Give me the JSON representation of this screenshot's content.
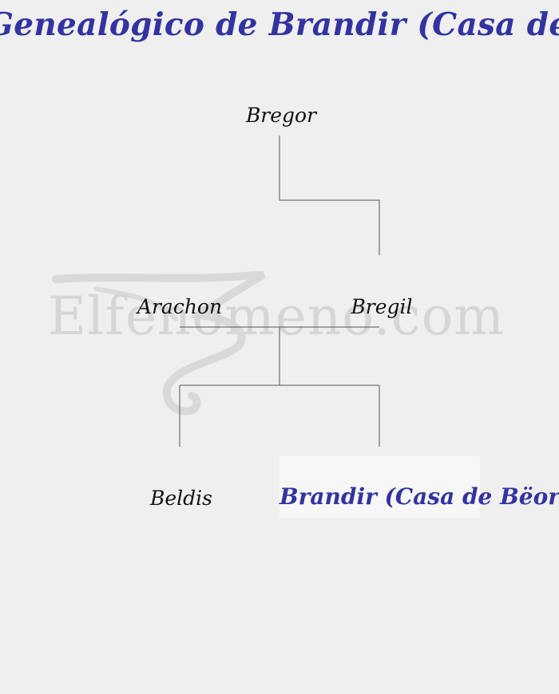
{
  "title": "Árbol Genealógico de Brandir (Casa de Bëor)",
  "watermark": "Elfenomeno.com",
  "colors": {
    "accent": "#3333a0",
    "background": "#efefef",
    "line": "#555555",
    "highlight": "#f7f7f7"
  },
  "people": {
    "bregor": "Bregor",
    "arachon": "Arachon",
    "bregil": "Bregil",
    "beldis": "Beldis",
    "brandir": "Brandir (Casa de Bëor)"
  }
}
